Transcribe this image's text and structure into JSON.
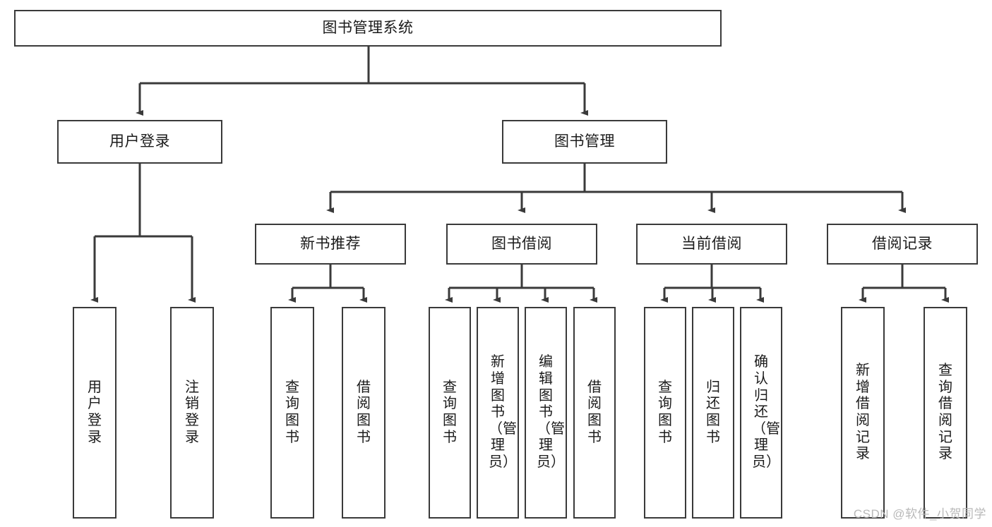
{
  "diagram": {
    "title": "图书管理系统",
    "type": "tree-hierarchy-chart",
    "root": {
      "id": "root",
      "label": "图书管理系统",
      "orientation": "horizontal"
    },
    "level1": [
      {
        "id": "user-login",
        "label": "用户登录",
        "orientation": "horizontal"
      },
      {
        "id": "book-manage",
        "label": "图书管理",
        "orientation": "horizontal"
      }
    ],
    "level2": [
      {
        "id": "new-book-recommend",
        "label": "新书推荐",
        "orientation": "horizontal",
        "parent": "book-manage"
      },
      {
        "id": "book-borrow",
        "label": "图书借阅",
        "orientation": "horizontal",
        "parent": "book-manage"
      },
      {
        "id": "current-borrow",
        "label": "当前借阅",
        "orientation": "horizontal",
        "parent": "book-manage"
      },
      {
        "id": "borrow-record",
        "label": "借阅记录",
        "orientation": "horizontal",
        "parent": "book-manage"
      }
    ],
    "leaves": [
      {
        "id": "leaf-user-login",
        "label": "用户登录",
        "orientation": "vertical",
        "parent": "user-login"
      },
      {
        "id": "leaf-user-logout",
        "label": "注销登录",
        "orientation": "vertical",
        "parent": "user-login"
      },
      {
        "id": "leaf-query-book-1",
        "label": "查询图书",
        "orientation": "vertical",
        "parent": "new-book-recommend"
      },
      {
        "id": "leaf-borrow-book-1",
        "label": "借阅图书",
        "orientation": "vertical",
        "parent": "new-book-recommend"
      },
      {
        "id": "leaf-query-book-2",
        "label": "查询图书",
        "orientation": "vertical",
        "parent": "book-borrow"
      },
      {
        "id": "leaf-add-book",
        "label": "新增图书（管理员）",
        "orientation": "vertical",
        "parent": "book-borrow"
      },
      {
        "id": "leaf-edit-book",
        "label": "编辑图书（管理员）",
        "orientation": "vertical",
        "parent": "book-borrow"
      },
      {
        "id": "leaf-borrow-book-2",
        "label": "借阅图书",
        "orientation": "vertical",
        "parent": "book-borrow"
      },
      {
        "id": "leaf-query-book-3",
        "label": "查询图书",
        "orientation": "vertical",
        "parent": "current-borrow"
      },
      {
        "id": "leaf-return-book",
        "label": "归还图书",
        "orientation": "vertical",
        "parent": "current-borrow"
      },
      {
        "id": "leaf-confirm-return",
        "label": "确认归还（管理员）",
        "orientation": "vertical",
        "parent": "current-borrow"
      },
      {
        "id": "leaf-add-record",
        "label": "新增借阅记录",
        "orientation": "vertical",
        "parent": "borrow-record"
      },
      {
        "id": "leaf-query-record",
        "label": "查询借阅记录",
        "orientation": "vertical",
        "parent": "borrow-record"
      }
    ]
  },
  "watermark": {
    "text": "CSDN @软件_小贺同学"
  },
  "colors": {
    "stroke": "#3a3a3a",
    "text": "#1b1b1b",
    "background": "#ffffff",
    "watermark": "#b9b9b9"
  }
}
